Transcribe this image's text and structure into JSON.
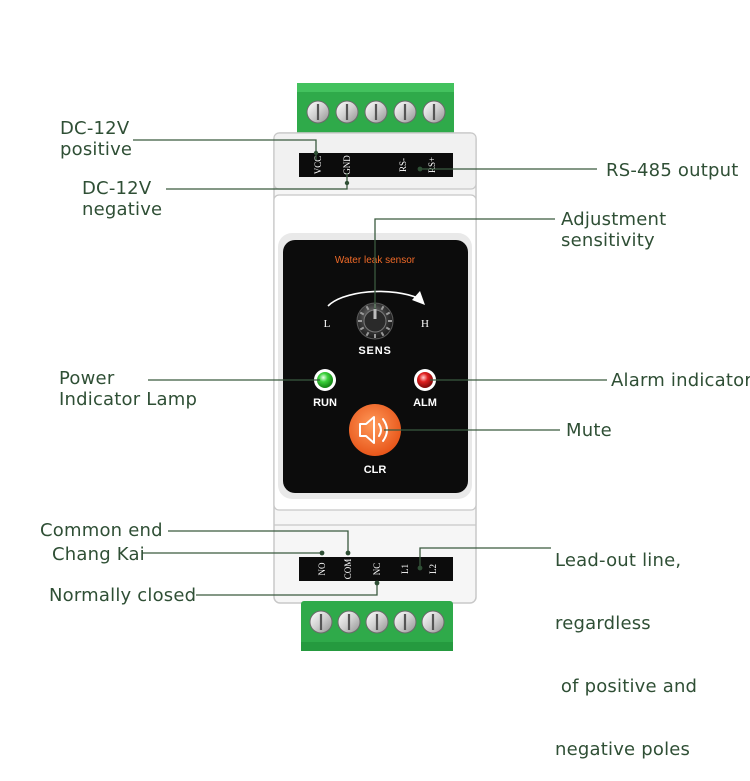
{
  "device": {
    "panel_title": "Water leak sensor",
    "knob": {
      "left": "L",
      "right": "H",
      "label": "SENS"
    },
    "run_label": "RUN",
    "alm_label": "ALM",
    "clr_label": "CLR",
    "top_terminals": [
      "VCC",
      "GND",
      "RS-",
      "RS+"
    ],
    "bottom_terminals": [
      "NO",
      "COM",
      "NC",
      "L1",
      "L2"
    ],
    "colors": {
      "terminal_green": "#2faa4a",
      "run_led": "#3bd13b",
      "alm_led": "#e02020",
      "clr_button": "#f06a28",
      "panel": "#0c0c0c"
    }
  },
  "callouts": {
    "dc_positive": [
      "DC-12V",
      "positive"
    ],
    "dc_negative": [
      "DC-12V",
      "negative"
    ],
    "rs485": "RS-485 output",
    "adjust": [
      "Adjustment",
      "sensitivity"
    ],
    "power": [
      "Power",
      "Indicator Lamp"
    ],
    "alarm": "Alarm indicator",
    "mute": "Mute",
    "common": "Common end",
    "chang_kai": "Chang Kai",
    "normally_closed": "Normally closed",
    "lead_out": [
      "Lead-out line,",
      "regardless",
      " of positive and",
      "negative poles"
    ]
  }
}
